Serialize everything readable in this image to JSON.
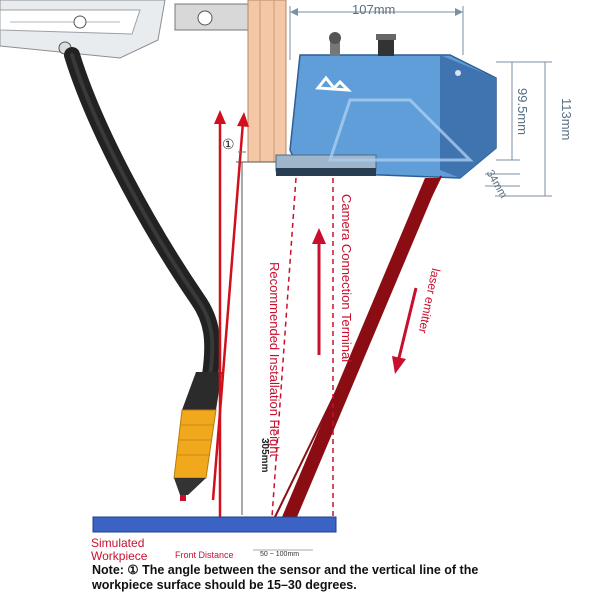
{
  "dimensions": {
    "width": "107mm",
    "height_total": "113mm",
    "height_body": "99.5mm",
    "depth": "34mm",
    "install_height": "305mm"
  },
  "labels": {
    "angle_marker": "①",
    "camera_terminal": "Camera Connection Terminal",
    "laser_emitter": "laser emitter",
    "recommended_height": "Recommended Installation Height",
    "workpiece_line1": "Simulated",
    "workpiece_line2": "Workpiece",
    "front_distance": "Front Distance",
    "front_distance_range": "50 ~ 100mm"
  },
  "note": {
    "line1": "Note: ① The angle between the sensor and the vertical line of the",
    "line2": "workpiece surface should be 15–30 degrees."
  },
  "colors": {
    "sensor_body": "#5f9ed8",
    "laser": "#8b0d14",
    "guide_red": "#d0101c",
    "workpiece": "#3a63c4",
    "torch": "#262626",
    "nozzle": "#f2a81c"
  }
}
